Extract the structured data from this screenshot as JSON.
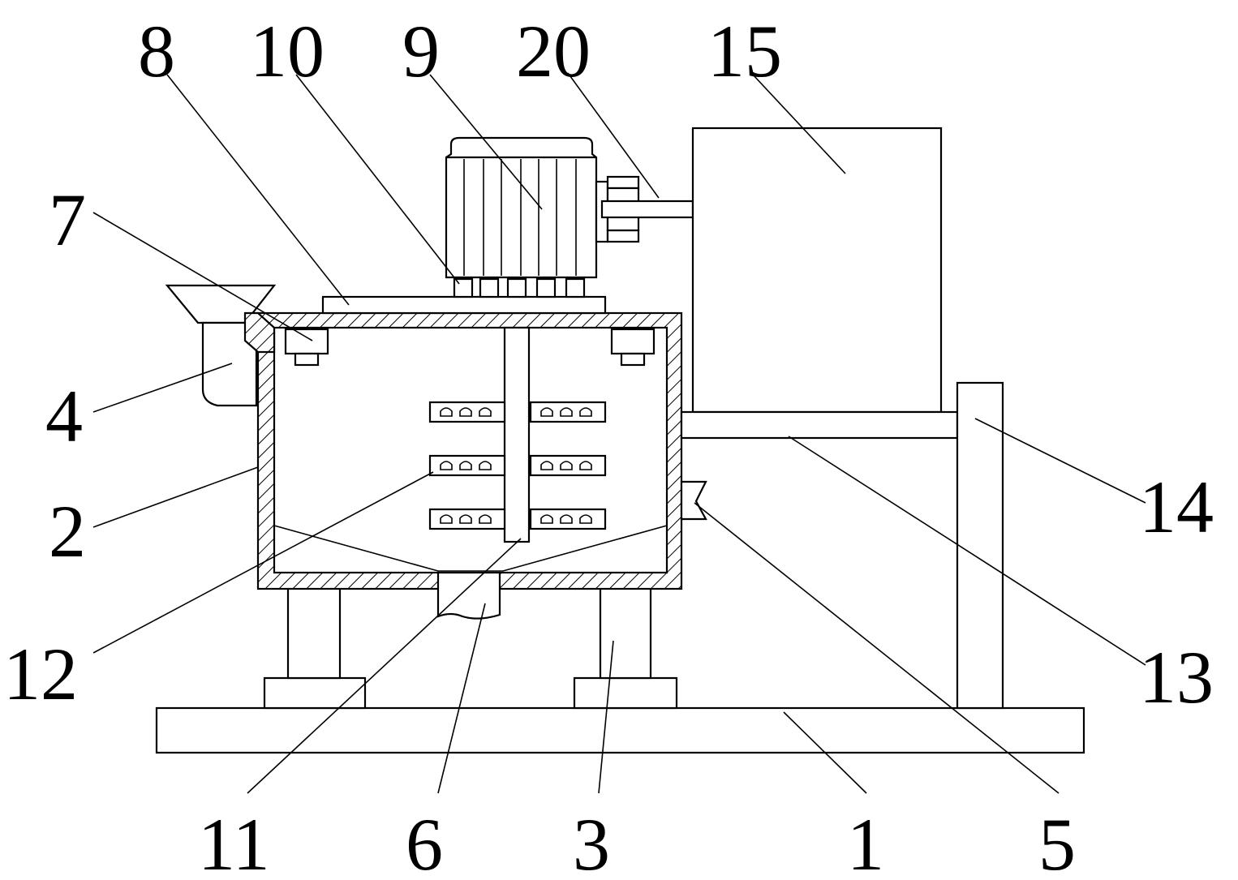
{
  "labels": {
    "l1": "1",
    "l2": "2",
    "l3": "3",
    "l4": "4",
    "l5": "5",
    "l6": "6",
    "l7": "7",
    "l8": "8",
    "l9": "9",
    "l10": "10",
    "l11": "11",
    "l12": "12",
    "l13": "13",
    "l14": "14",
    "l15": "15",
    "l20": "20"
  },
  "colors": {
    "line": "#000000",
    "background": "#ffffff"
  }
}
